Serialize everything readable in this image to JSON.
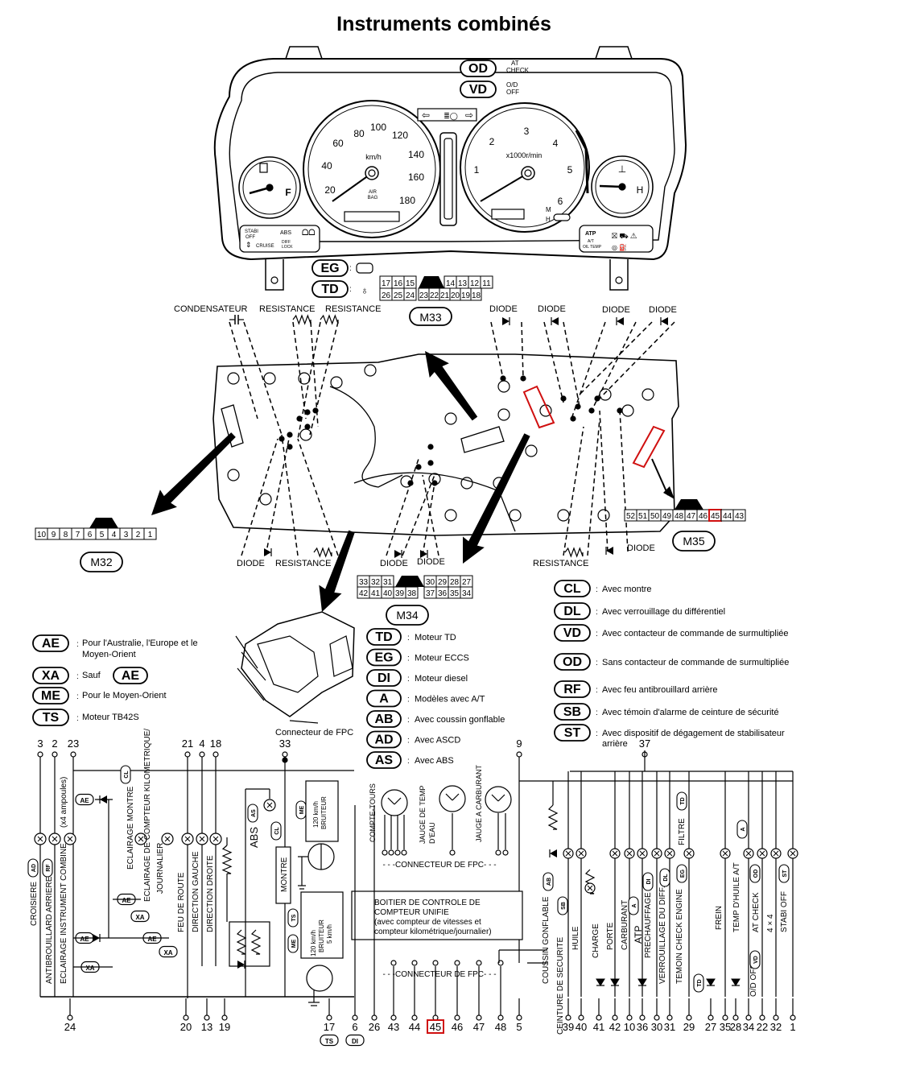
{
  "title": "Instruments combinés",
  "cluster": {
    "od_code": "OD",
    "od_text": [
      "AT",
      "CHECK"
    ],
    "vd_code": "VD",
    "vd_text": [
      "O/D",
      "OFF"
    ],
    "eg_code": "EG",
    "td_code": "TD",
    "speedo_ticks": [
      "20",
      "40",
      "60",
      "80",
      "100",
      "120",
      "140",
      "160",
      "180"
    ],
    "speedo_unit": "km/h",
    "speedo_airbag": [
      "AIR",
      "BAG"
    ],
    "tacho_ticks": [
      "1",
      "2",
      "3",
      "4",
      "5",
      "6"
    ],
    "tacho_unit": "x1000r/min",
    "fuel_f": "F",
    "temp_h": "H",
    "left_panel": [
      "STABI",
      "OFF",
      "CRUISE",
      "ABS",
      "DIFF",
      "LOCK"
    ],
    "right_panel": [
      "ATP",
      "A/T",
      "OIL TEMP"
    ],
    "mh": [
      "M",
      "H"
    ]
  },
  "connectors": {
    "m33": {
      "label": "M33",
      "top": [
        "17",
        "16",
        "15",
        "14",
        "13",
        "12",
        "11"
      ],
      "bottom": [
        "26",
        "25",
        "24",
        "23",
        "22",
        "21",
        "20",
        "19",
        "18"
      ]
    },
    "m32": {
      "label": "M32",
      "pins": [
        "10",
        "9",
        "8",
        "7",
        "6",
        "5",
        "4",
        "3",
        "2",
        "1"
      ]
    },
    "m34": {
      "label": "M34",
      "top": [
        "33",
        "32",
        "31",
        "30",
        "29",
        "28",
        "27"
      ],
      "bottom": [
        "42",
        "41",
        "40",
        "39",
        "38",
        "37",
        "36",
        "35",
        "34"
      ]
    },
    "m35": {
      "label": "M35",
      "pins": [
        "52",
        "51",
        "50",
        "49",
        "48",
        "47",
        "46",
        "45",
        "44",
        "43"
      ],
      "highlight": "45"
    }
  },
  "components": {
    "condensateur": "CONDENSATEUR",
    "resistance": "RESISTANCE",
    "diode": "DIODE",
    "fpc": "Connecteur de FPC"
  },
  "legend_left": [
    {
      "code": "AE",
      "text": [
        "Pour l'Australie, l'Europe et le",
        "Moyen-Orient"
      ]
    },
    {
      "code": "XA",
      "text": [
        "Sauf"
      ],
      "extra": "AE"
    },
    {
      "code": "ME",
      "text": [
        "Pour le Moyen-Orient"
      ]
    },
    {
      "code": "TS",
      "text": [
        "Moteur TB42S"
      ]
    }
  ],
  "legend_mid": [
    {
      "code": "TD",
      "text": "Moteur TD"
    },
    {
      "code": "EG",
      "text": "Moteur ECCS"
    },
    {
      "code": "DI",
      "text": "Moteur diesel"
    },
    {
      "code": "A",
      "text": "Modèles avec A/T"
    },
    {
      "code": "AB",
      "text": "Avec coussin gonflable"
    },
    {
      "code": "AD",
      "text": "Avec ASCD"
    },
    {
      "code": "AS",
      "text": "Avec ABS"
    }
  ],
  "legend_right": [
    {
      "code": "CL",
      "text": [
        "Avec montre"
      ]
    },
    {
      "code": "DL",
      "text": [
        "Avec verrouillage du différentiel"
      ]
    },
    {
      "code": "VD",
      "text": [
        "Avec contacteur de commande de surmultipliée"
      ]
    },
    {
      "code": "OD",
      "text": [
        "Sans contacteur de commande de surmultipliée"
      ]
    },
    {
      "code": "RF",
      "text": [
        "Avec feu antibrouillard arrière"
      ]
    },
    {
      "code": "SB",
      "text": [
        "Avec témoin d'alarme de ceinture de sécurité"
      ]
    },
    {
      "code": "ST",
      "text": [
        "Avec dispositif de dégagement de stabilisateur",
        "arrière"
      ]
    }
  ],
  "schematic": {
    "top_pins": [
      "3",
      "2",
      "23",
      "21",
      "4",
      "18",
      "33",
      "9",
      "37"
    ],
    "bottom_pins": [
      "24",
      "20",
      "13",
      "19",
      "17",
      "6",
      "26",
      "43",
      "44",
      "45",
      "46",
      "47",
      "48",
      "5",
      "39",
      "40",
      "41",
      "42",
      "10",
      "36",
      "30",
      "31",
      "29",
      "27",
      "35",
      "28",
      "34",
      "22",
      "32",
      "1"
    ],
    "highlight_pin": "45",
    "left_labels": [
      "CROISIERE",
      "ANTIBROUILLARD ARRIERE",
      "ECLAIRAGE INSTRUMENT COMBINE",
      "(x4 ampoules)",
      "ECLAIRAGE MONTRE",
      "ECLAIRAGE DE COMPTEUR KILOMETRIQUE/",
      "JOURNALIER",
      "FEU DE ROUTE",
      "DIRECTION GAUCHE",
      "DIRECTION DROITE",
      "ABS",
      "MONTRE"
    ],
    "buzzer_top": [
      "120 km/h",
      "BRUITEUR"
    ],
    "buzzer_bottom": [
      "120 km/h",
      "BRUITEUR",
      "5 km/h"
    ],
    "gauges": [
      "COMPTE-TOURS",
      "JAUGE DE TEMP",
      "D'EAU",
      "JAUGE A CARBURANT"
    ],
    "fpc_label": "- - -CONNECTEUR DE FPC- - -",
    "control_box": [
      "BOITIER DE CONTROLE DE",
      "COMPTEUR UNIFIE",
      "(avec compteur de vitesses et",
      "compteur kilométrique/journalier)"
    ],
    "right_labels": [
      "COUSSIN GONFLABLE",
      "CEINTURE DE SECURITE",
      "HUILE",
      "CHARGE",
      "PORTE",
      "CARBURANT",
      "ATP",
      "PRECHAUFFAGE",
      "VERROUILLAGE DU DIFF.",
      "TEMOIN CHECK ENGINE",
      "FILTRE",
      "FREIN",
      "TEMP D'HUILE A/T",
      "O/D OFF",
      "AT CHECK",
      "4 × 4",
      "STABI OFF"
    ],
    "codes": [
      "AD",
      "RF",
      "AE",
      "XA",
      "CL",
      "AS",
      "ME",
      "TS",
      "DI",
      "TD",
      "EG",
      "AB",
      "SB",
      "DL",
      "A",
      "OD",
      "VD",
      "ST"
    ]
  },
  "colors": {
    "line": "#000000",
    "highlight": "#d01010"
  }
}
